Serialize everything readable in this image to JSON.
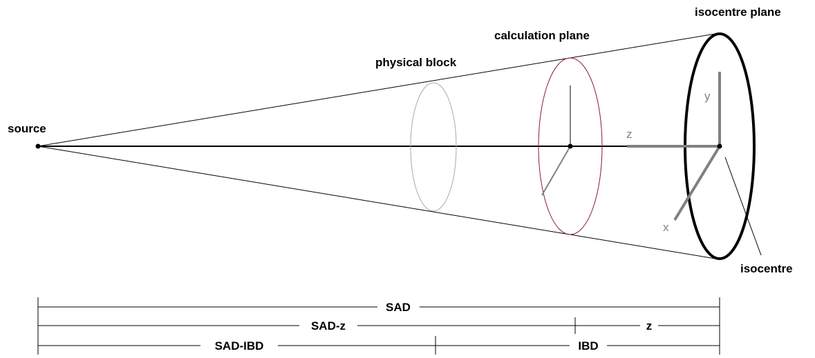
{
  "labels": {
    "source": "source",
    "physical_block": "physical block",
    "calculation_plane": "calculation plane",
    "isocentre_plane": "isocentre plane",
    "isocentre": "isocentre"
  },
  "axes": {
    "x": "x",
    "y": "y",
    "z": "z"
  },
  "dimensions": {
    "sad": "SAD",
    "sad_z": "SAD-z",
    "z": "z",
    "sad_ibd": "SAD-IBD",
    "ibd": "IBD"
  },
  "colors": {
    "line": "#000000",
    "axis": "#808080",
    "block": "#b8a0a8",
    "calc_plane": "#8b1a2a"
  }
}
